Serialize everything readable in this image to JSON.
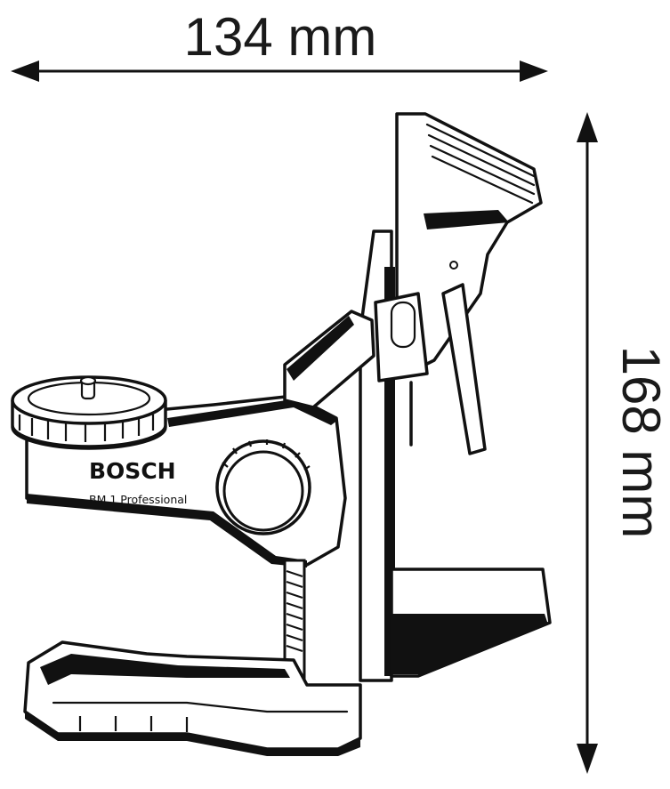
{
  "dimensions": {
    "width_label": "134 mm",
    "height_label": "168 mm"
  },
  "product": {
    "brand": "BOSCH",
    "model_label": "BM 1 Professional"
  },
  "colors": {
    "line": "#111111",
    "background": "#ffffff",
    "fill": "#eef3f8"
  }
}
